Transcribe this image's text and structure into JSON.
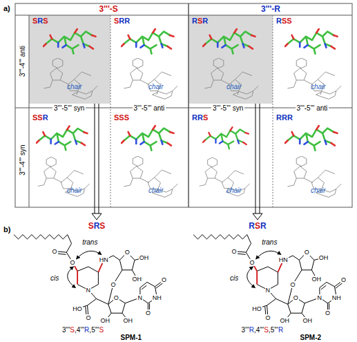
{
  "diagram": {
    "nodes": [
      {
        "text": [
          "SRS",
          "chair"
        ]
      },
      {
        "text": [
          "SRR",
          "chair"
        ]
      },
      {
        "text": [
          "RSR",
          "chair"
        ]
      },
      {
        "text": [
          "RSS",
          "chair"
        ]
      },
      {
        "text": [
          "SSR",
          "chair"
        ]
      },
      {
        "text": [
          "SSS",
          "chair"
        ]
      },
      {
        "text": [
          "RRS",
          "chair"
        ]
      },
      {
        "text": [
          "RRR",
          "chair"
        ]
      },
      {
        "text": [
          "SRS"
        ]
      },
      {
        "text": [
          "RSR"
        ]
      }
    ],
    "edges": [
      {
        "from": 0,
        "to": 8,
        "arrow": "to"
      },
      {
        "from": 2,
        "to": 9,
        "arrow": "to"
      }
    ],
    "labels": [
      "a)",
      "3'''-S",
      "3'''-R",
      "3'''-4''' anti",
      "3'''-4''' syn",
      "3'''-5''' syn",
      "3'''-5''' anti",
      "3'''-5''' syn",
      "3'''-5''' anti",
      "b)",
      "trans",
      "cis",
      "3'''S,4'''R,5'''S",
      "SPM-1",
      "O",
      "O",
      "HN",
      "O",
      "OH",
      "OH",
      "N",
      "O",
      "HO",
      "O",
      "O",
      "OH",
      "OH",
      "N",
      "NH",
      "O",
      "O",
      "trans",
      "cis",
      "3'''R,4'''S,5'''R",
      "SPM-2",
      "O",
      "O",
      "HN",
      "O",
      "OH",
      "OH",
      "N",
      "O",
      "HO",
      "O",
      "O",
      "OH",
      "OH",
      "N",
      "NH",
      "O",
      "O"
    ]
  }
}
